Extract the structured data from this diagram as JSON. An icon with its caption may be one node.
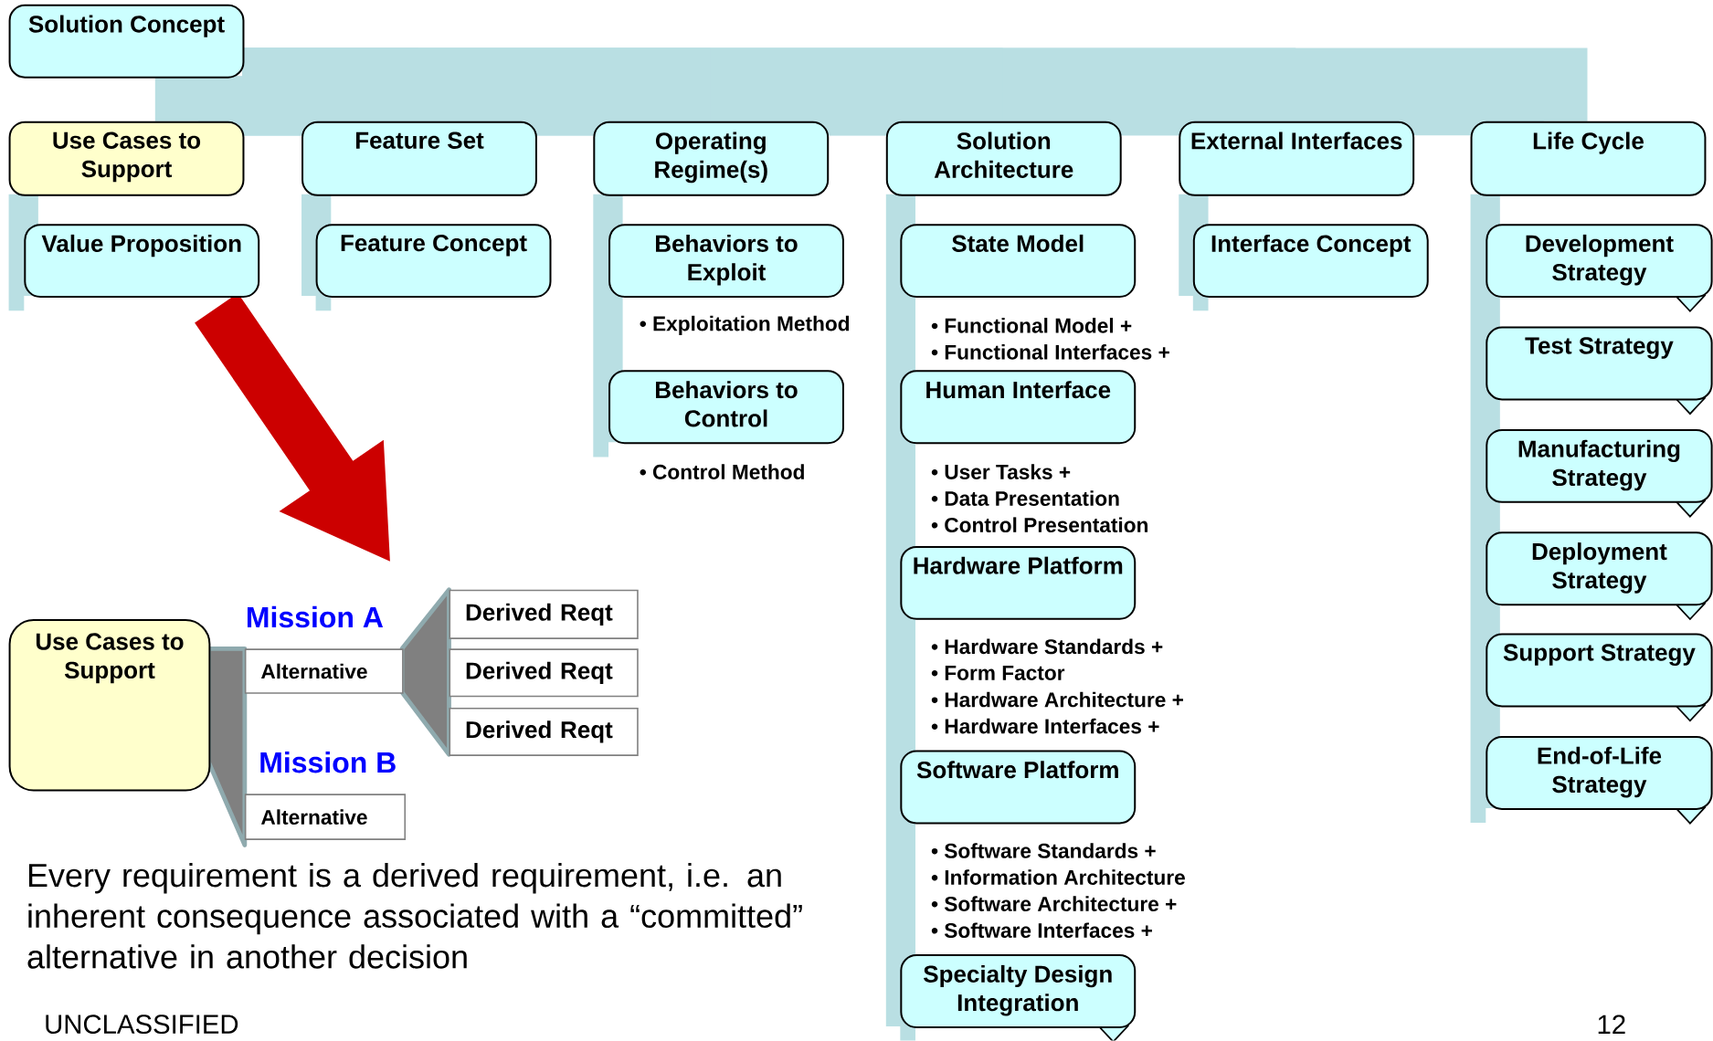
{
  "diagram": {
    "nodes": [
      {
        "text": [
          "Solution Concept"
        ]
      },
      {
        "text": [
          "Use Cases to Support"
        ]
      },
      {
        "text": [
          "Value Proposition"
        ]
      },
      {
        "text": [
          "Feature Set"
        ]
      },
      {
        "text": [
          "Feature Concept"
        ]
      },
      {
        "text": [
          "Operating Regime(s)"
        ]
      },
      {
        "text": [
          "Behaviors to Exploit"
        ],
        "beside": [
          "• Exploitation Method"
        ]
      },
      {
        "text": [
          "Behaviors to Control"
        ],
        "beside": [
          "• Control Method"
        ]
      },
      {
        "text": [
          "Solution Architecture"
        ]
      },
      {
        "text": [
          "State Model"
        ],
        "beside": [
          "• Functional Model +",
          "• Functional Interfaces +"
        ]
      },
      {
        "text": [
          "Human Interface"
        ],
        "beside": [
          "• User Tasks +",
          "• Data Presentation",
          "• Control Presentation"
        ]
      },
      {
        "text": [
          "Hardware Platform"
        ],
        "beside": [
          "• Hardware Standards +",
          "• Form Factor",
          "• Hardware Architecture +",
          "• Hardware Interfaces +"
        ]
      },
      {
        "text": [
          "Software Platform"
        ],
        "beside": [
          "• Software Standards +",
          "• Information Architecture",
          "• Software Architecture +",
          "• Software Interfaces +"
        ]
      },
      {
        "text": [
          "Specialty Design Integration"
        ]
      },
      {
        "text": [
          "External Interfaces"
        ]
      },
      {
        "text": [
          "Interface Concept"
        ]
      },
      {
        "text": [
          "Life Cycle"
        ]
      },
      {
        "text": [
          "Development Strategy"
        ]
      },
      {
        "text": [
          "Test Strategy"
        ]
      },
      {
        "text": [
          "Manufacturing Strategy"
        ]
      },
      {
        "text": [
          "Deployment Strategy"
        ]
      },
      {
        "text": [
          "Support Strategy"
        ]
      },
      {
        "text": [
          "End-of-Life Strategy"
        ]
      },
      {
        "text": [
          "Use Cases to Support"
        ]
      },
      {
        "text": [
          "Alternative"
        ]
      },
      {
        "text": [
          "Alternative"
        ]
      },
      {
        "text": [
          "Derived Reqt"
        ]
      },
      {
        "text": [
          "Derived Reqt"
        ]
      },
      {
        "text": [
          "Derived Reqt"
        ]
      }
    ],
    "edges": [
      {
        "from": 0,
        "to": 1,
        "arrow": "none",
        "style": "thick"
      },
      {
        "from": 0,
        "to": 3,
        "arrow": "none",
        "style": "thick"
      },
      {
        "from": 0,
        "to": 5,
        "arrow": "none",
        "style": "thick"
      },
      {
        "from": 0,
        "to": 8,
        "arrow": "none",
        "style": "thick"
      },
      {
        "from": 0,
        "to": 14,
        "arrow": "none",
        "style": "thick"
      },
      {
        "from": 0,
        "to": 16,
        "arrow": "none",
        "style": "thick"
      },
      {
        "from": 1,
        "to": 2,
        "arrow": "none"
      },
      {
        "from": 3,
        "to": 4,
        "arrow": "none"
      },
      {
        "from": 5,
        "to": 6,
        "arrow": "none"
      },
      {
        "from": 5,
        "to": 7,
        "arrow": "none"
      },
      {
        "from": 8,
        "to": 9,
        "arrow": "none"
      },
      {
        "from": 8,
        "to": 10,
        "arrow": "none"
      },
      {
        "from": 8,
        "to": 11,
        "arrow": "none"
      },
      {
        "from": 8,
        "to": 12,
        "arrow": "none"
      },
      {
        "from": 8,
        "to": 13,
        "arrow": "none"
      },
      {
        "from": 14,
        "to": 15,
        "arrow": "none"
      },
      {
        "from": 16,
        "to": 17,
        "arrow": "none"
      },
      {
        "from": 16,
        "to": 18,
        "arrow": "none"
      },
      {
        "from": 16,
        "to": 19,
        "arrow": "none"
      },
      {
        "from": 16,
        "to": 20,
        "arrow": "none"
      },
      {
        "from": 16,
        "to": 21,
        "arrow": "none"
      },
      {
        "from": 16,
        "to": 22,
        "arrow": "none"
      },
      {
        "from": 23,
        "to": 24,
        "arrow": "none",
        "color": "#808080"
      },
      {
        "from": 23,
        "to": 25,
        "arrow": "none",
        "color": "#808080"
      },
      {
        "from": 24,
        "to": 26,
        "arrow": "none",
        "color": "#808080"
      },
      {
        "from": 24,
        "to": 27,
        "arrow": "none",
        "color": "#808080"
      },
      {
        "from": 24,
        "to": 28,
        "arrow": "none",
        "color": "#808080"
      }
    ],
    "labels": [
      "Mission A",
      "Mission B",
      "Every requirement is a derived requirement, i.e. an inherent consequence associated with a “committed” alternative in another decision",
      "UNCLASSIFIED",
      "12"
    ]
  }
}
